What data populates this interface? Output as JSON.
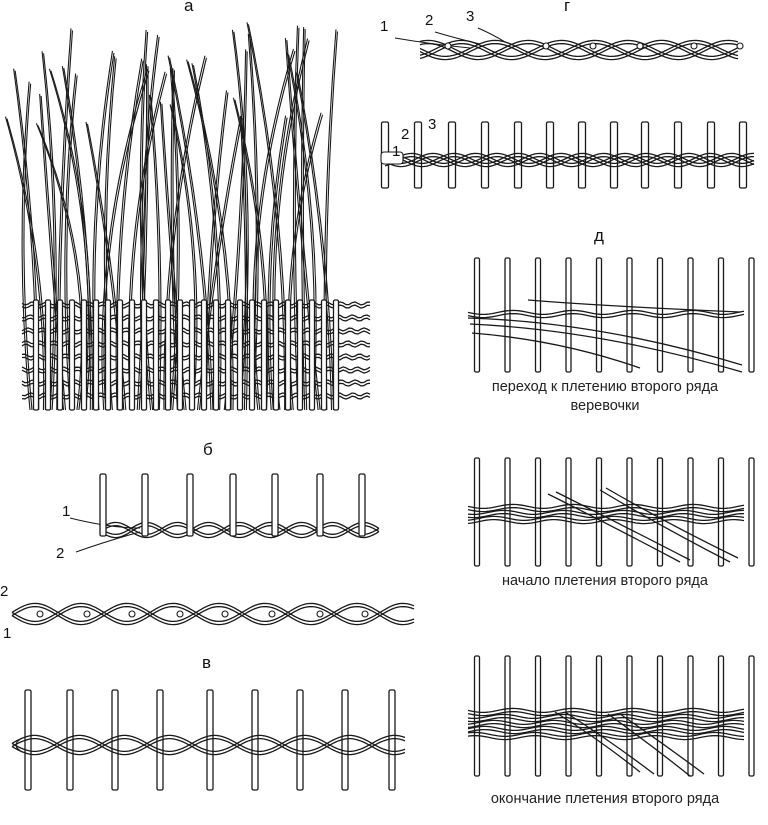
{
  "panels": {
    "a": {
      "label": "а"
    },
    "b": {
      "label": "б",
      "strand_1": "1",
      "strand_2": "2"
    },
    "b2": {
      "strand_1": "1",
      "strand_2": "2"
    },
    "v": {
      "label": "в"
    },
    "g": {
      "label": "г",
      "strand_1": "1",
      "strand_2": "2",
      "strand_3": "3"
    },
    "g2": {
      "strand_1": "1",
      "strand_2": "2",
      "strand_3": "3"
    },
    "d": {
      "label": "д",
      "caption_1_line1": "переход к плетению второго ряда",
      "caption_1_line2": "веревочки",
      "caption_2": "начало плетения второго ряда",
      "caption_3": "окончание плетения второго ряда"
    }
  },
  "stroke_color": "#1a1a1a",
  "background": "#ffffff"
}
